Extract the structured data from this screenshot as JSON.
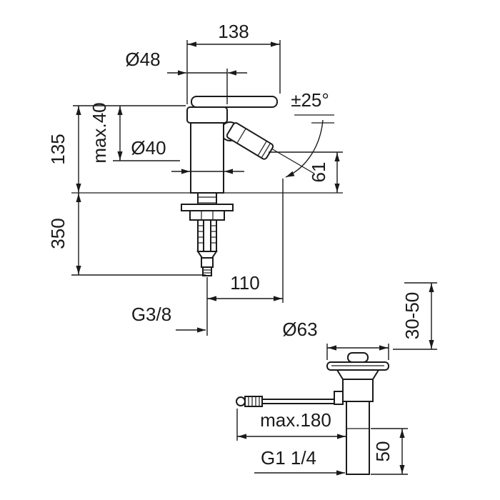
{
  "drawing": {
    "type": "technical-dimension-drawing",
    "subject": "bidet single-lever mixer with pop-up waste",
    "background_color": "#ffffff",
    "line_color": "#1a1a1a",
    "labels": {
      "width_138": "138",
      "dia_48": "Ø48",
      "angle_25": "±25°",
      "max_40": "max.40",
      "height_135": "135",
      "dia_40": "Ø40",
      "height_61": "61",
      "length_350": "350",
      "reach_110": "110",
      "thread_g38": "G3/8",
      "dia_63": "Ø63",
      "range_30_50": "30-50",
      "max_180": "max.180",
      "height_50": "50",
      "thread_g114": "G1 1/4"
    }
  }
}
